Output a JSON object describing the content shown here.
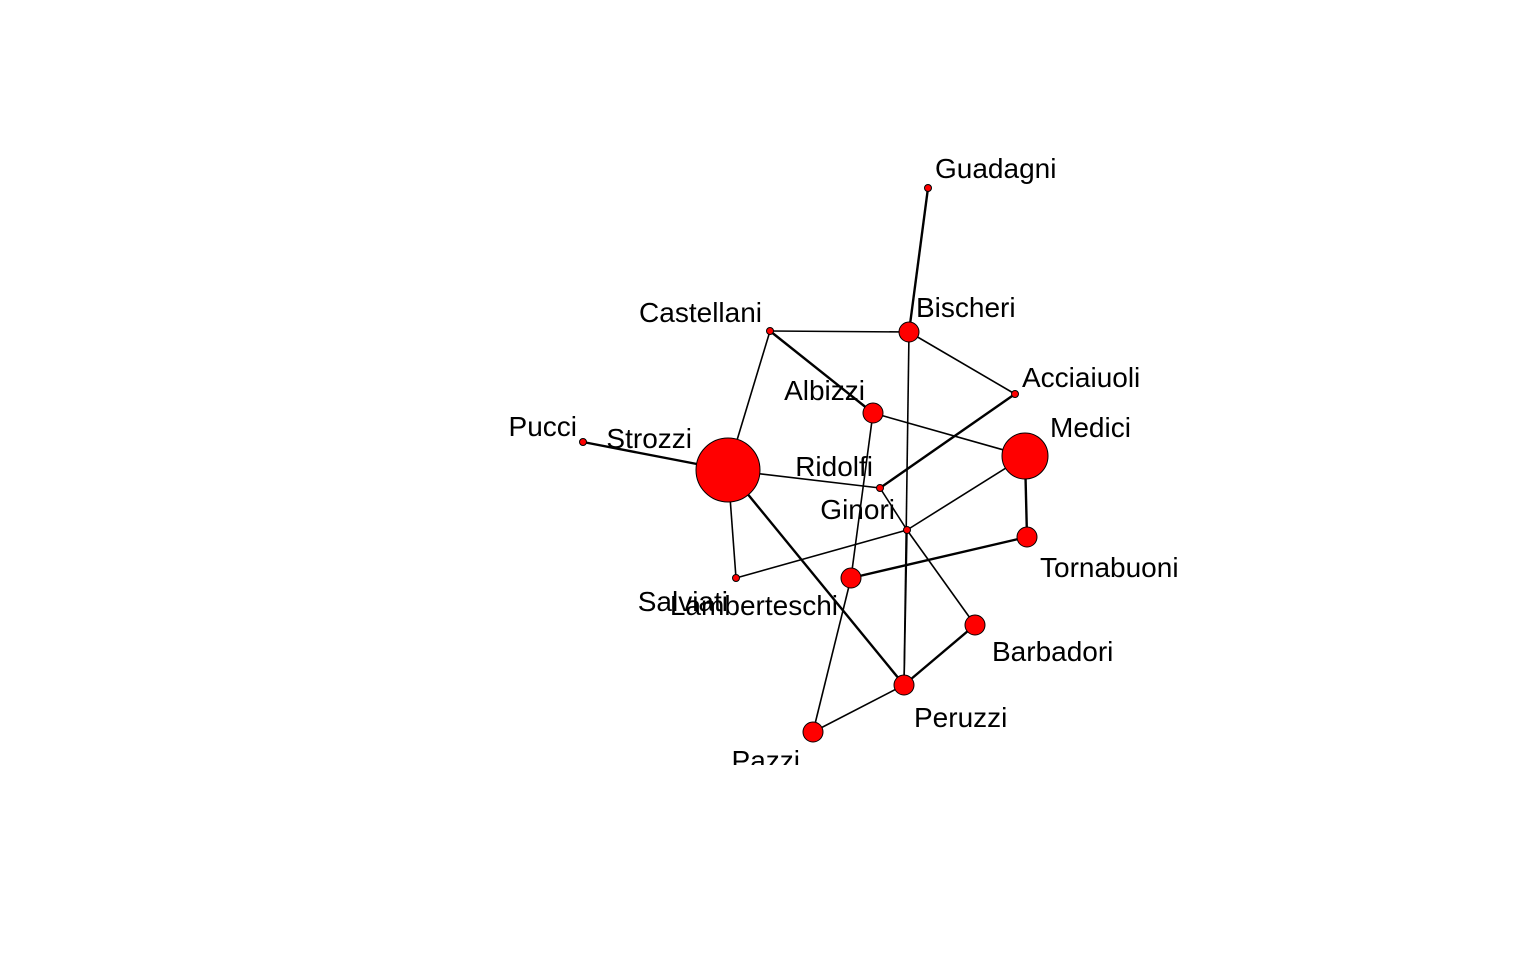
{
  "diagram": {
    "type": "network",
    "node_color": "#ff0000",
    "edge_color": "#000000",
    "nodes": [
      {
        "id": "guadagni",
        "label": "Guadagni",
        "degree": 0
      },
      {
        "id": "bischeri",
        "label": "Bischeri",
        "degree": 1
      },
      {
        "id": "castellani",
        "label": "Castellani",
        "degree": 0
      },
      {
        "id": "acciaiuoli",
        "label": "Acciaiuoli",
        "degree": 0
      },
      {
        "id": "albizzi",
        "label": "Albizzi",
        "degree": 1
      },
      {
        "id": "medici",
        "label": "Medici",
        "degree": 3
      },
      {
        "id": "pucci",
        "label": "Pucci",
        "degree": 0
      },
      {
        "id": "strozzi",
        "label": "Strozzi",
        "degree": 4
      },
      {
        "id": "ridolfi",
        "label": "Ridolfi",
        "degree": 0
      },
      {
        "id": "ginori",
        "label": "Ginori",
        "degree": 0
      },
      {
        "id": "tornabuoni",
        "label": "Tornabuoni",
        "degree": 1
      },
      {
        "id": "salviati",
        "label": "Salviati",
        "degree": 0
      },
      {
        "id": "lamberteschi",
        "label": "Lamberteschi",
        "degree": 1
      },
      {
        "id": "barbadori",
        "label": "Barbadori",
        "degree": 1
      },
      {
        "id": "peruzzi",
        "label": "Peruzzi",
        "degree": 1
      },
      {
        "id": "pazzi",
        "label": "Pazzi",
        "degree": 1
      }
    ],
    "edges": [
      [
        "guadagni",
        "bischeri"
      ],
      [
        "castellani",
        "bischeri"
      ],
      [
        "castellani",
        "strozzi"
      ],
      [
        "castellani",
        "albizzi"
      ],
      [
        "bischeri",
        "acciaiuoli"
      ],
      [
        "bischeri",
        "peruzzi"
      ],
      [
        "acciaiuoli",
        "ridolfi"
      ],
      [
        "albizzi",
        "medici"
      ],
      [
        "albizzi",
        "lamberteschi"
      ],
      [
        "pucci",
        "strozzi"
      ],
      [
        "strozzi",
        "ridolfi"
      ],
      [
        "strozzi",
        "salviati"
      ],
      [
        "strozzi",
        "peruzzi"
      ],
      [
        "ridolfi",
        "ginori"
      ],
      [
        "medici",
        "ginori"
      ],
      [
        "medici",
        "tornabuoni"
      ],
      [
        "ginori",
        "salviati"
      ],
      [
        "ginori",
        "barbadori"
      ],
      [
        "lamberteschi",
        "tornabuoni"
      ],
      [
        "lamberteschi",
        "pazzi"
      ],
      [
        "ginori",
        "peruzzi"
      ],
      [
        "barbadori",
        "peruzzi"
      ],
      [
        "peruzzi",
        "pazzi"
      ]
    ]
  }
}
